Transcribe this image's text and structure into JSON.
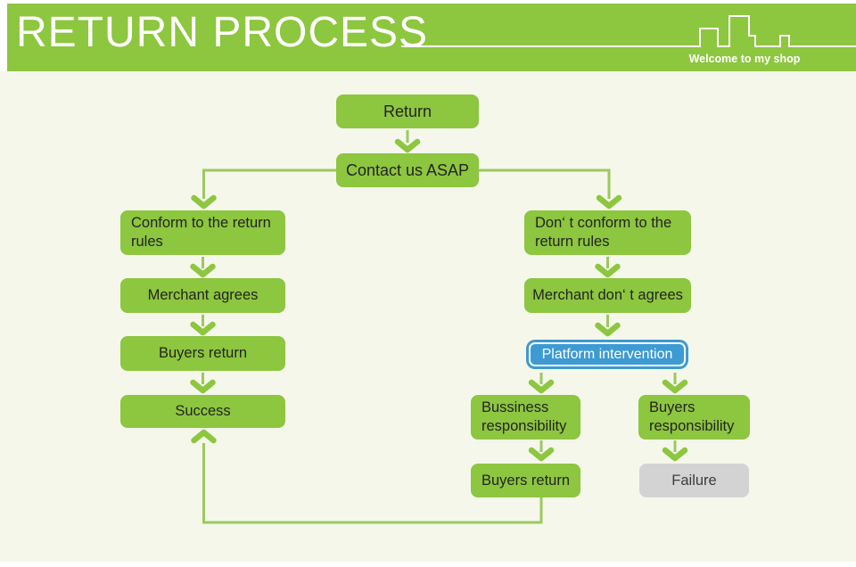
{
  "header": {
    "title": "RETURN PROCESS",
    "tagline": "Welcome to my shop",
    "banner_color": "#8dc63f"
  },
  "colors": {
    "node_green": "#8dc63f",
    "connector_green": "#9cc95e",
    "platform_blue": "#3d9ad3",
    "failure_gray": "#d3d3d3",
    "canvas_background": "#f5f7eb",
    "node_text": "#242424"
  },
  "flow": {
    "nodes": {
      "return": {
        "label": "Return"
      },
      "contact": {
        "label": "Contact us ASAP"
      },
      "conform": {
        "label": "Conform to the return\nrules"
      },
      "merchant_agrees": {
        "label": "Merchant agrees"
      },
      "buyers_return_1": {
        "label": "Buyers return"
      },
      "success": {
        "label": "Success"
      },
      "dont_conform": {
        "label": "Don‘ t conform to the\nreturn rules"
      },
      "merchant_dont": {
        "label": "Merchant don‘ t agrees"
      },
      "platform": {
        "label": "Platform intervention"
      },
      "bussiness_resp": {
        "label": "Bussiness\nresponsibility"
      },
      "buyers_resp": {
        "label": "Buyers\nresponsibility"
      },
      "buyers_return_2": {
        "label": "Buyers return"
      },
      "failure": {
        "label": "Failure"
      }
    },
    "edges": [
      {
        "from": "return",
        "to": "contact"
      },
      {
        "from": "contact",
        "to": "conform"
      },
      {
        "from": "contact",
        "to": "dont_conform"
      },
      {
        "from": "conform",
        "to": "merchant_agrees"
      },
      {
        "from": "merchant_agrees",
        "to": "buyers_return_1"
      },
      {
        "from": "buyers_return_1",
        "to": "success"
      },
      {
        "from": "dont_conform",
        "to": "merchant_dont"
      },
      {
        "from": "merchant_dont",
        "to": "platform"
      },
      {
        "from": "platform",
        "to": "bussiness_resp"
      },
      {
        "from": "platform",
        "to": "buyers_resp"
      },
      {
        "from": "bussiness_resp",
        "to": "buyers_return_2"
      },
      {
        "from": "buyers_resp",
        "to": "failure"
      },
      {
        "from": "buyers_return_2",
        "to": "success"
      }
    ]
  }
}
